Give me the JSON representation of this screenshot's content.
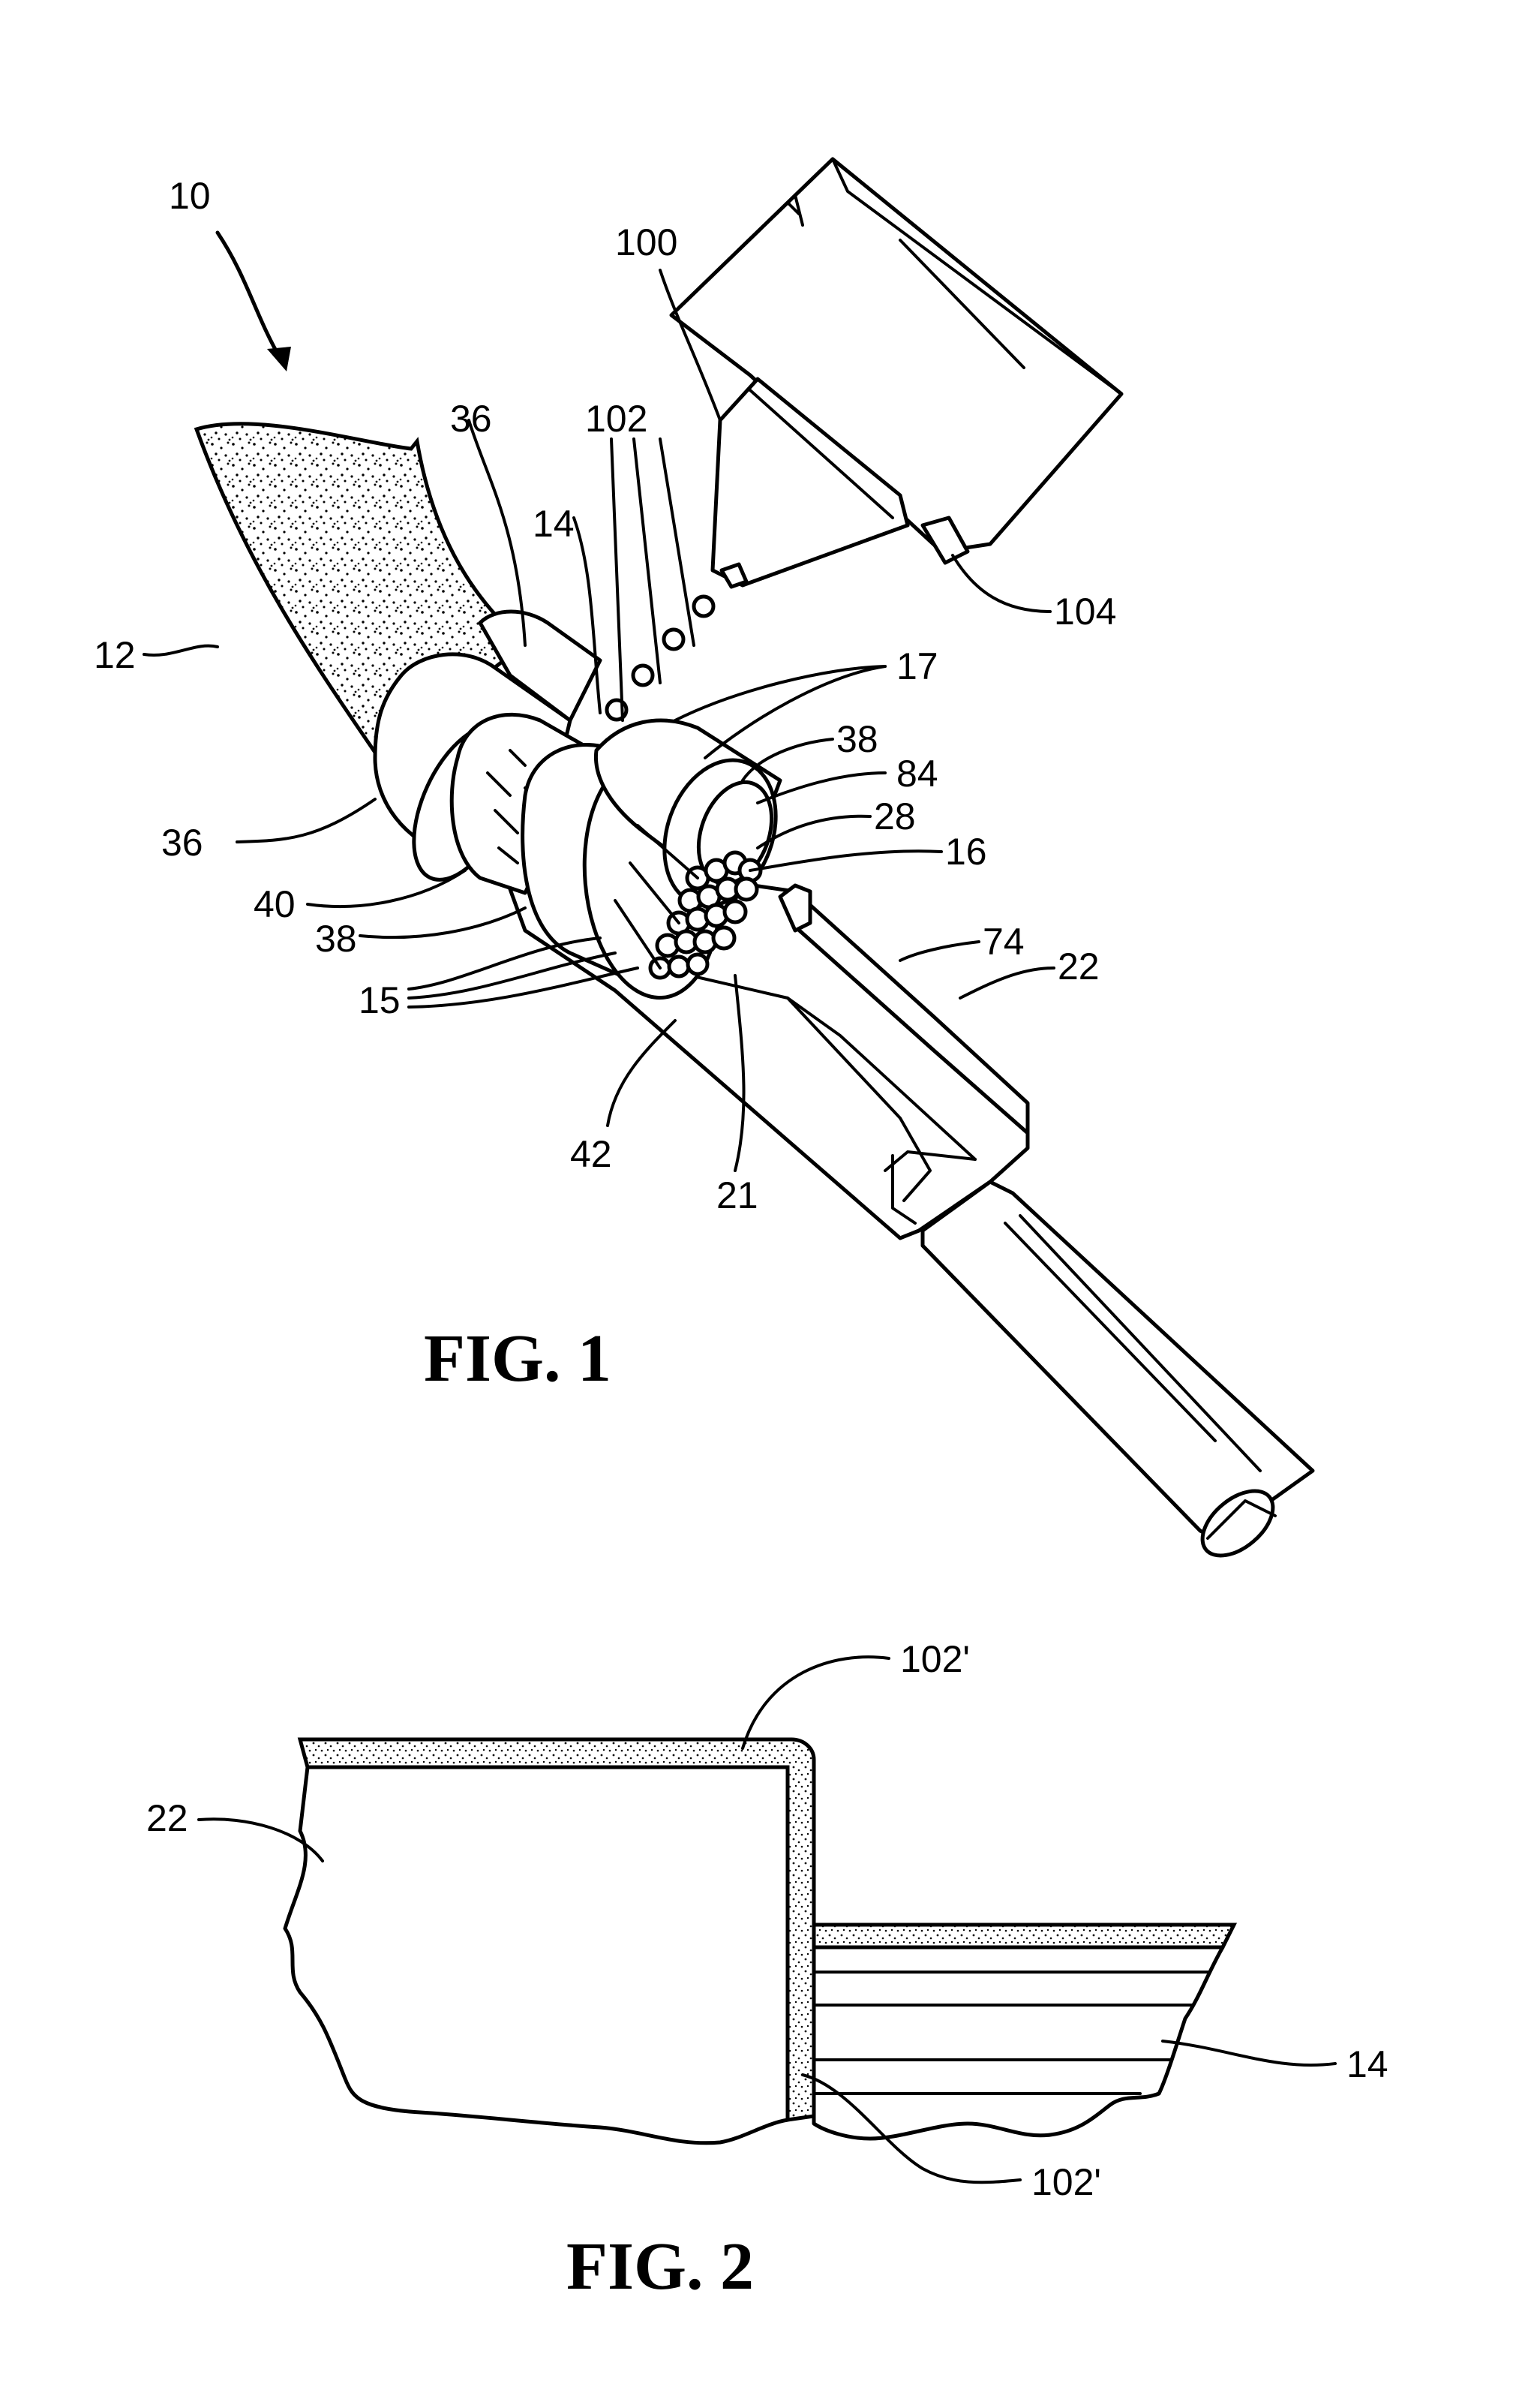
{
  "figure1": {
    "caption": "FIG.  1",
    "labels": {
      "assembly": "10",
      "tissue": "12",
      "conductors": "14",
      "strand_ends": "15",
      "strand_core": "16",
      "cap_ring": "17",
      "terminal": "22",
      "inner_ring": "28",
      "outer_sleeve_top": "36",
      "outer_sleeve_left": "36",
      "inner_sleeve_right": "38",
      "inner_sleeve_left": "38",
      "crimp_band": "40",
      "notch": "42",
      "wall": "74",
      "bore": "84",
      "dispenser": "100",
      "droplets": "102",
      "nozzle": "104",
      "fiber": "21"
    }
  },
  "figure2": {
    "caption": "FIG.  2",
    "labels": {
      "terminal": "22",
      "conductors": "14",
      "coating_top": "102'",
      "coating_inner": "102'"
    }
  },
  "colors": {
    "ink": "#000000",
    "paper": "#ffffff"
  }
}
